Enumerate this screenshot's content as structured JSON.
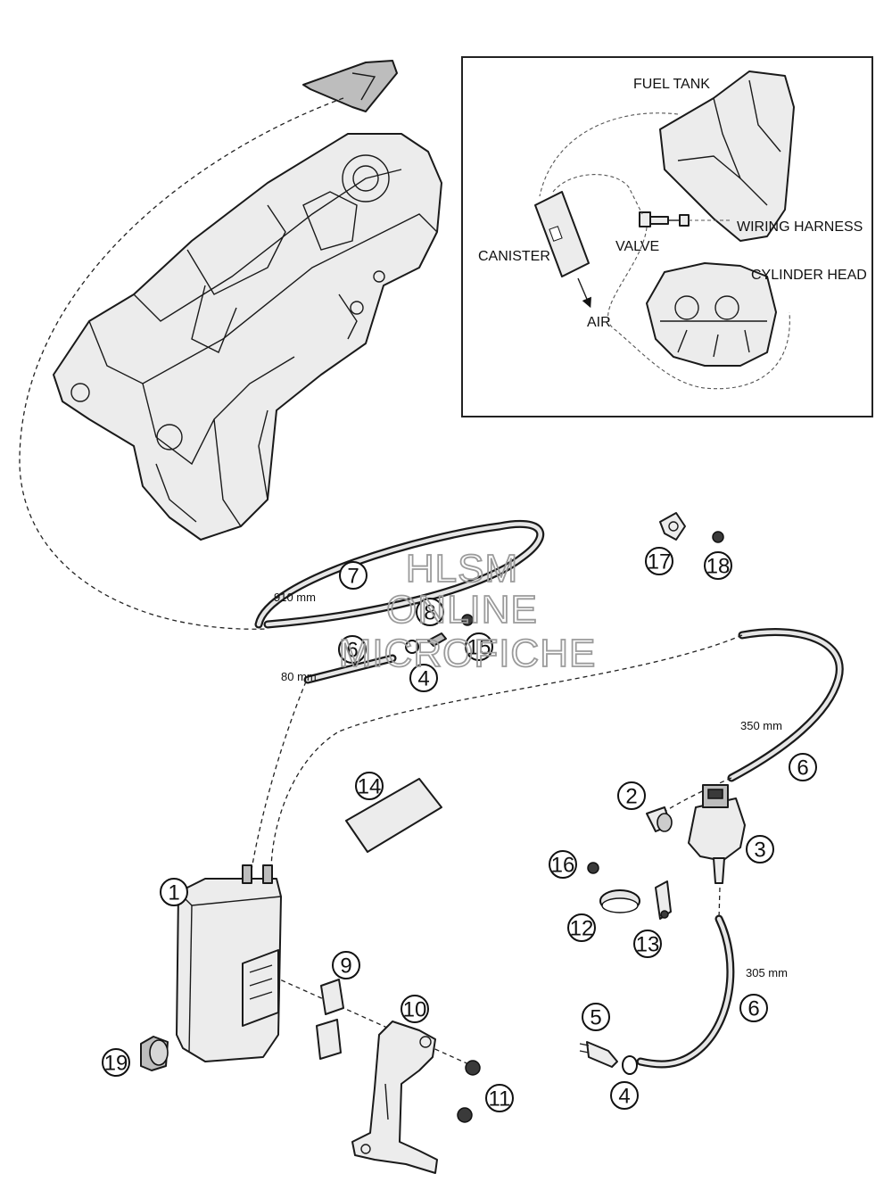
{
  "inset": {
    "labels": {
      "fuel_tank": "FUEL TANK",
      "canister": "CANISTER",
      "valve": "VALVE",
      "wiring_harness": "WIRING HARNESS",
      "cylinder_head": "CYLINDER HEAD",
      "air": "AIR"
    }
  },
  "measurements": {
    "hose_7": "910 mm",
    "hose_6_short": "80 mm",
    "hose_6_long": "350 mm",
    "hose_6_lower": "305 mm"
  },
  "callouts": {
    "c1": "1",
    "c2": "2",
    "c3": "3",
    "c4a": "4",
    "c4b": "4",
    "c5": "5",
    "c6a": "6",
    "c6b": "6",
    "c6c": "6",
    "c7": "7",
    "c8": "8",
    "c9": "9",
    "c10": "10",
    "c11": "11",
    "c12": "12",
    "c13": "13",
    "c14": "14",
    "c15": "15",
    "c16": "16",
    "c17": "17",
    "c18": "18",
    "c19": "19"
  },
  "watermark": {
    "line1": "HLSM",
    "line2": "ONLINE",
    "line3": "MICROFICHE"
  }
}
